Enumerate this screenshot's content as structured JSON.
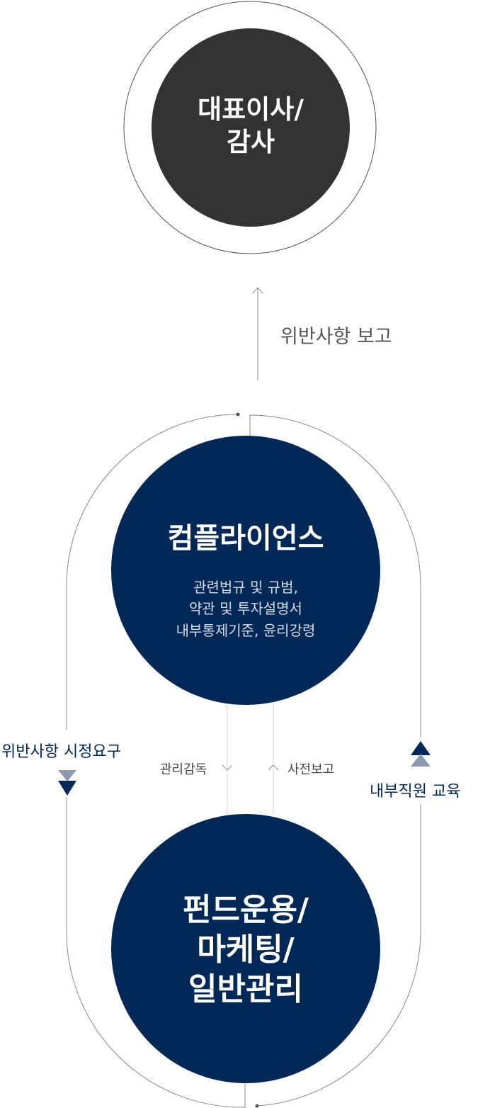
{
  "nodes": {
    "ceo": {
      "line1": "대표이사/",
      "line2": "감사"
    },
    "compliance": {
      "title": "컴플라이언스",
      "desc1": "관련법규 및 규범,",
      "desc2": "약관 및 투자설명서",
      "desc3": "내부통제기준, 윤리강령"
    },
    "operations": {
      "line1": "펀드운용/",
      "line2": "마케팅/",
      "line3": "일반관리"
    }
  },
  "edges": {
    "report_violation": "위반사항 보고",
    "correction_request": "위반사항 시정요구",
    "management": "관리감독",
    "prior_report": "사전보고",
    "staff_education": "내부직원 교육"
  },
  "colors": {
    "dark_circle": "#333333",
    "navy": "#022857",
    "navy_light": "#8a9ab0",
    "line": "#9a9a9a"
  }
}
